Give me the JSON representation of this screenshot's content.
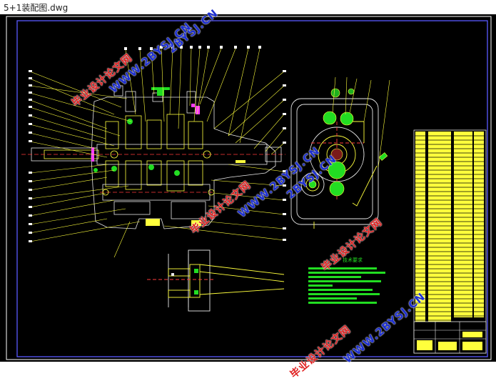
{
  "window": {
    "title": "5+1装配图.dwg"
  },
  "drawing": {
    "notes_heading": "技术要求"
  },
  "watermarks": [
    {
      "text": "2BYSJ.CN",
      "kind": "url"
    },
    {
      "text": "毕业设计论文网",
      "kind": "cn"
    },
    {
      "text": "WWW.2BYSJ.CN",
      "kind": "url"
    },
    {
      "text": "毕业设计论文网",
      "kind": "cn"
    },
    {
      "text": "WWW.2BYSJ.CN",
      "kind": "url"
    },
    {
      "text": "毕业设计论文网",
      "kind": "cn"
    },
    {
      "text": "2BYSJ.CN",
      "kind": "url"
    },
    {
      "text": "WWW.2BYSJ.CN",
      "kind": "url"
    },
    {
      "text": "毕业设计论文网",
      "kind": "cn"
    }
  ],
  "colors": {
    "background": "#000000",
    "frame": "#5a5aff",
    "line": "#ffff3c",
    "green": "#22dd22",
    "magenta": "#ff3cff",
    "white": "#e8e8e8"
  }
}
